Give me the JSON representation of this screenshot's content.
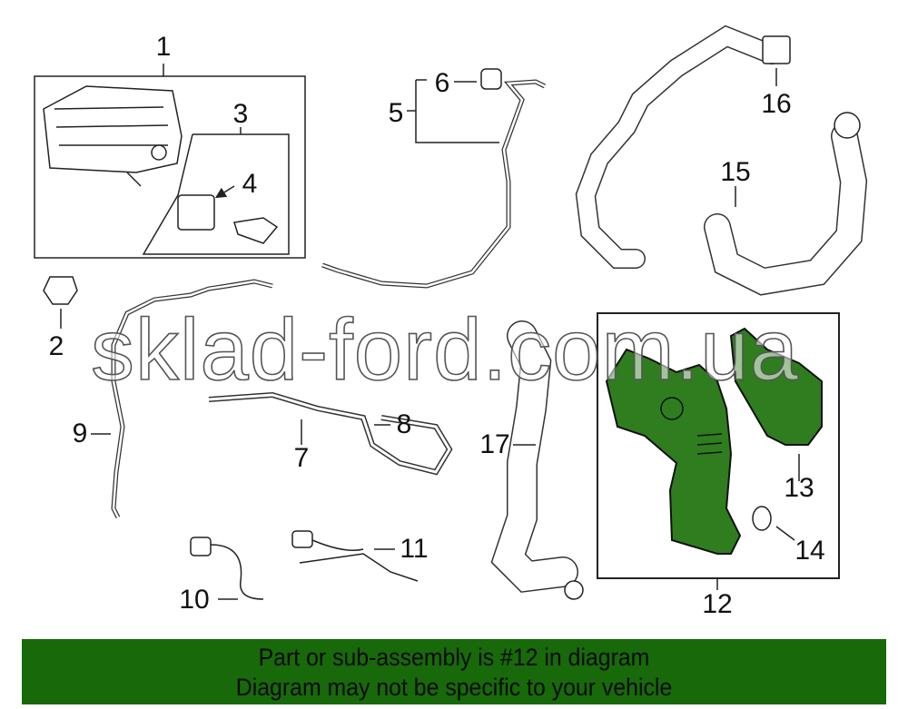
{
  "diagram": {
    "callouts": [
      "1",
      "2",
      "3",
      "4",
      "5",
      "6",
      "7",
      "8",
      "9",
      "10",
      "11",
      "12",
      "13",
      "14",
      "15",
      "16",
      "17"
    ],
    "highlighted_part": "12",
    "highlight_color": "#2f7d1f"
  },
  "watermark": "sklad-ford.com.ua",
  "banner": {
    "line1": "Part or sub-assembly is #12 in diagram",
    "line2": "Diagram may not be specific to your vehicle",
    "color": "#176909"
  }
}
